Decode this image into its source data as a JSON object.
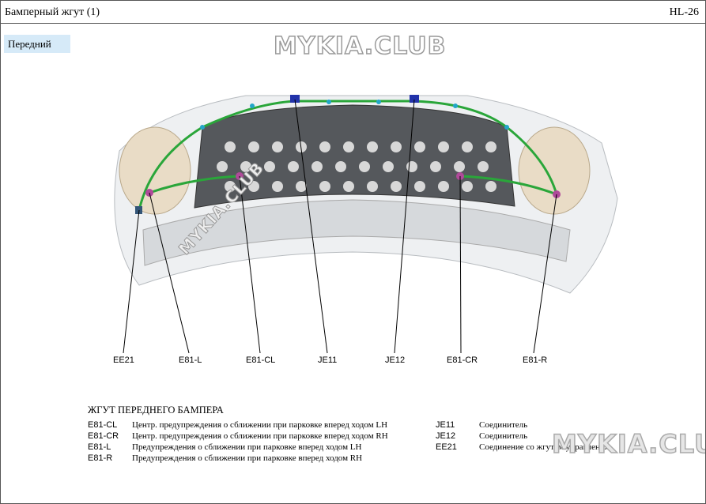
{
  "header": {
    "title": "Бамперный жгут (1)",
    "page": "HL-26"
  },
  "view_label": "Передний",
  "watermark": "MYKIA.CLUB",
  "callouts": [
    "EE21",
    "E81-L",
    "E81-CL",
    "JE11",
    "JE12",
    "E81-CR",
    "E81-R"
  ],
  "legend": {
    "title": "ЖГУТ ПЕРЕДНЕГО БАМПЕРА",
    "left": [
      {
        "code": "E81-CL",
        "desc": "Центр. предупреждения о сближении при парковке вперед ходом LH"
      },
      {
        "code": "E81-CR",
        "desc": "Центр. предупреждения о сближении при парковке вперед ходом RH"
      },
      {
        "code": "E81-L",
        "desc": "Предупреждения о сближении при парковке вперед ходом LH"
      },
      {
        "code": "E81-R",
        "desc": "Предупреждения о сближении при парковке вперед ходом RH"
      }
    ],
    "right": [
      {
        "code": "JE11",
        "desc": "Соединитель"
      },
      {
        "code": "JE12",
        "desc": "Соединитель"
      },
      {
        "code": "EE21",
        "desc": "Соединение со жгутом управления"
      }
    ]
  }
}
